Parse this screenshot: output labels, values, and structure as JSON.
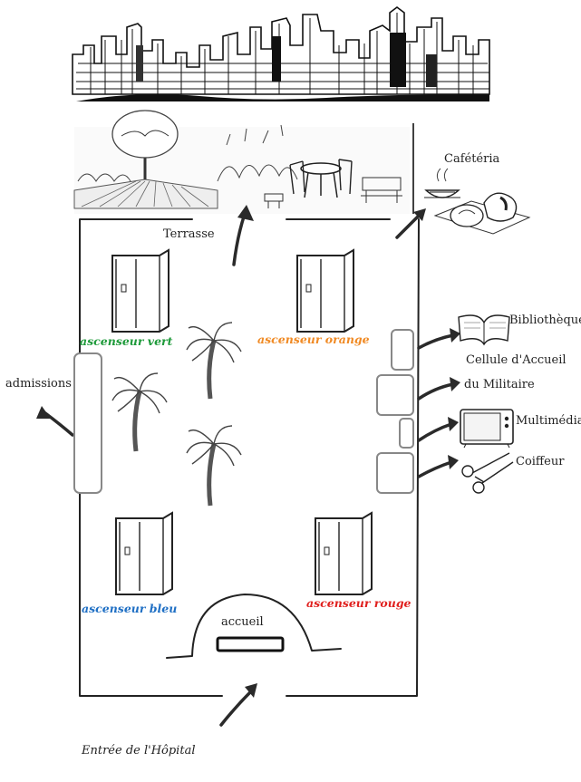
{
  "labels": {
    "cafeteria": "Cafétéria",
    "terrasse": "Terrasse",
    "admissions": "admissions",
    "bibliotheque": "Bibliothèque",
    "cellule_line1": "Cellule d'Accueil",
    "cellule_line2": "du Militaire",
    "multimedia": "Multimédia",
    "coiffeur": "Coiffeur",
    "accueil": "accueil",
    "entree": "Entrée de l'Hôpital"
  },
  "elevators": {
    "vert": "ascenseur vert",
    "orange": "ascenseur orange",
    "bleu": "ascenseur bleu",
    "rouge": "ascenseur rouge"
  },
  "colors": {
    "vert": "#1e9a3a",
    "orange": "#f08a24",
    "bleu": "#1f6fc4",
    "rouge": "#e0201e",
    "ink": "#222222"
  },
  "icons": [
    "city-skyline-icon",
    "terrace-garden-icon",
    "coffee-cup-icon",
    "pastries-icon",
    "open-book-icon",
    "television-icon",
    "scissors-icon",
    "palm-tree-icon",
    "elevator-icon"
  ]
}
